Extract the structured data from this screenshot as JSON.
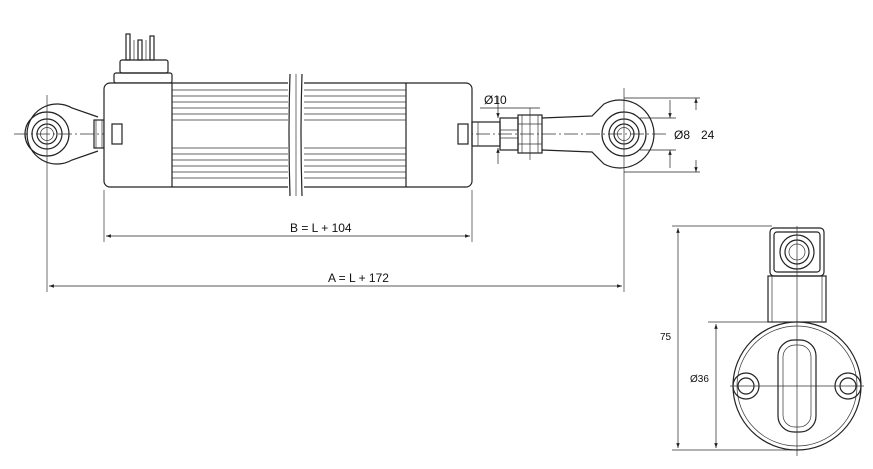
{
  "dimensions": {
    "dim_b": "B = L + 104",
    "dim_a": "A = L + 172",
    "dia_rod": "Ø10",
    "dia_eye": "Ø8",
    "eye_width": "24",
    "height_total": "75",
    "dia_body": "Ø36"
  }
}
